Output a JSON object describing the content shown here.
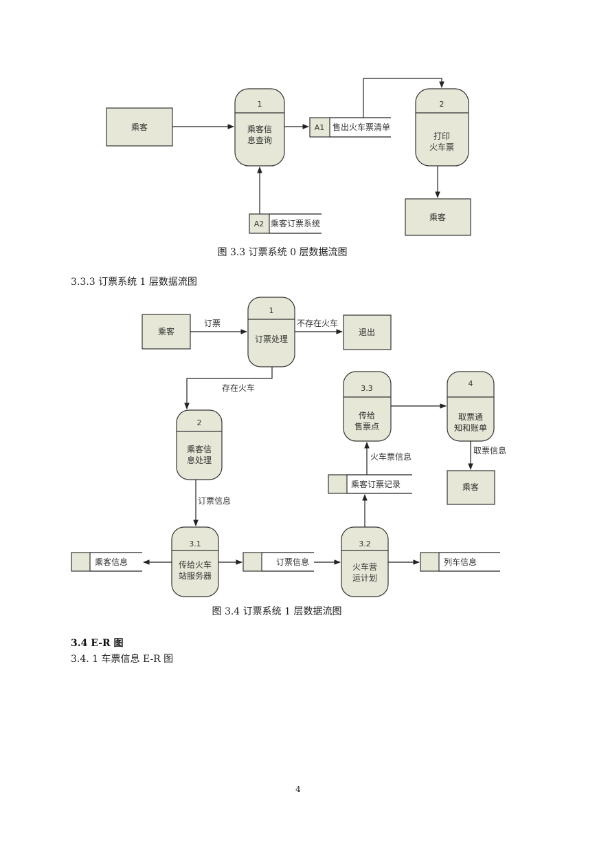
{
  "diagram1": {
    "passenger": "乘客",
    "passenger_out": "乘客",
    "p1": {
      "num": "1",
      "line1": "乘客信",
      "line2": "息查询"
    },
    "p2": {
      "num": "2",
      "line1": "打印",
      "line2": "火车票"
    },
    "store_a1": {
      "id": "A1",
      "label": "售出火车票清单"
    },
    "store_a2": {
      "id": "A2",
      "label": "乘客订票系统"
    },
    "caption": "图 3.3 订票系统 0 层数据流图"
  },
  "section_333": "3.3.3 订票系统 1 层数据流图",
  "diagram2": {
    "passenger_in": "乘客",
    "exit": "退出",
    "passenger_out": "乘客",
    "p1": {
      "num": "1",
      "label": "订票处理"
    },
    "p2": {
      "num": "2",
      "line1": "乘客信",
      "line2": "息处理"
    },
    "p31": {
      "num": "3.1",
      "line1": "传给火车",
      "line2": "站服务器"
    },
    "p32": {
      "num": "3.2",
      "line1": "火车营",
      "line2": "运计划"
    },
    "p33": {
      "num": "3.3",
      "line1": "传给",
      "line2": "售票点"
    },
    "p4": {
      "num": "4",
      "line1": "取票通",
      "line2": "知和账单"
    },
    "flow_order": "订票",
    "flow_no_train": "不存在火车",
    "flow_has_train": "存在火车",
    "flow_order_info": "订票信息",
    "flow_ticket_info": "火车票信息",
    "flow_pickup_info": "取票信息",
    "store_passenger_info": "乘客信息",
    "store_order_info": "订票信息",
    "store_train_info": "列车信息",
    "store_order_record": "乘客订票记录",
    "caption": "图 3.4 订票系统 1 层数据流图"
  },
  "section_34": "3.4 E-R 图",
  "section_341": "3.4. 1 车票信息 E-R 图",
  "page_number": "4"
}
